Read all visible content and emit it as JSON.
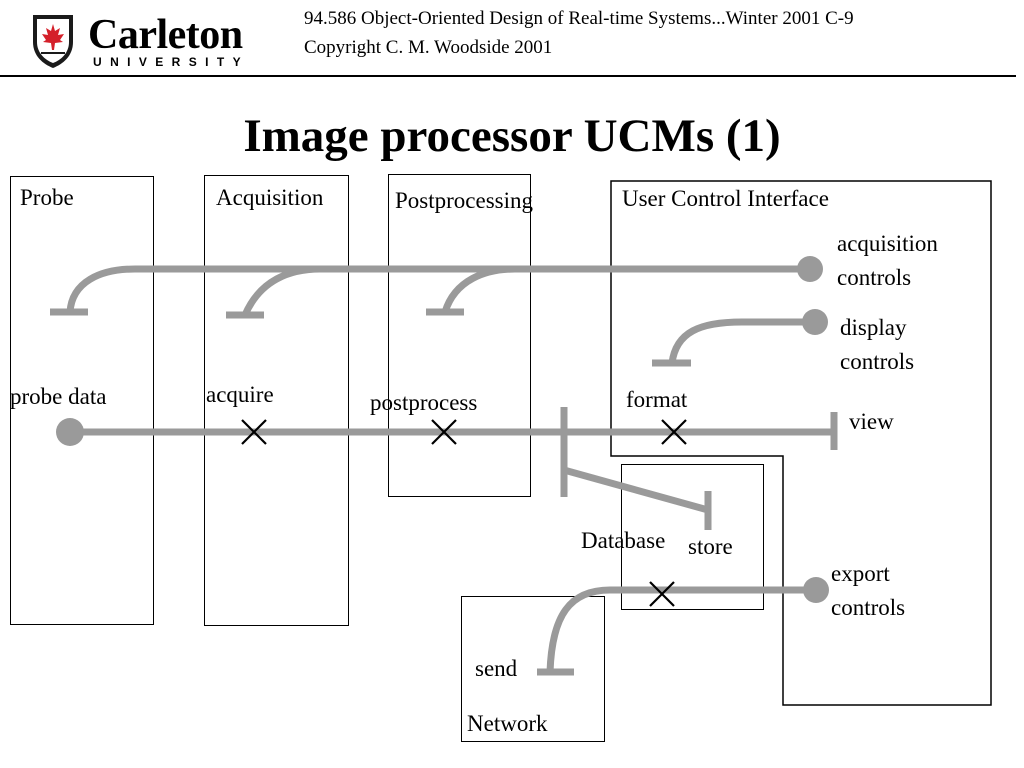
{
  "header": {
    "logo_name": "Carleton",
    "logo_sub": "UNIVERSITY",
    "course_line": "94.586  Object-Oriented Design of Real-time Systems...Winter 2001   C-9",
    "copyright_line": "Copyright C. M. Woodside  2001"
  },
  "title": "Image processor UCMs (1)",
  "components": {
    "probe": "Probe",
    "acquisition": "Acquisition",
    "postprocessing": "Postprocessing",
    "user_control_interface": "User Control Interface",
    "database": "Database",
    "network": "Network"
  },
  "labels": {
    "acquisition_controls_1": "acquisition",
    "acquisition_controls_2": "controls",
    "display_controls_1": "display",
    "display_controls_2": "controls",
    "probe_data": "probe data",
    "acquire": "acquire",
    "postprocess": "postprocess",
    "format": "format",
    "view": "view",
    "store": "store",
    "export_controls_1": "export",
    "export_controls_2": "controls",
    "send": "send"
  },
  "colors": {
    "path": "#9a9a9a",
    "shield": "#1a1a1a",
    "leaf": "#d4202a",
    "text": "#000000"
  }
}
